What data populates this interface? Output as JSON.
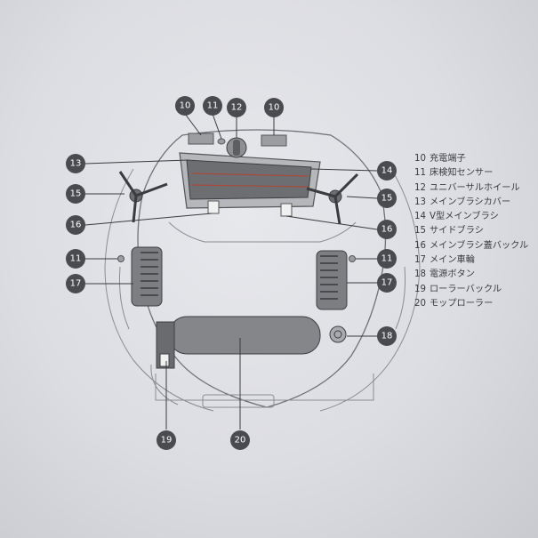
{
  "callout_labels": {
    "charging_left": "10",
    "sensor_top": "11",
    "universal_wheel": "12",
    "charging_right": "10",
    "brush_cover": "13",
    "v_main_brush": "14",
    "side_brush_left": "15",
    "side_brush_right": "15",
    "buckle_left": "16",
    "buckle_right": "16",
    "sensor_left": "11",
    "sensor_right": "11",
    "wheel_left": "17",
    "wheel_right": "17",
    "power_button": "18",
    "roller_buckle": "19",
    "mop_roller": "20"
  },
  "legend": [
    {
      "num": "10",
      "label": "充電端子"
    },
    {
      "num": "11",
      "label": "床検知センサー"
    },
    {
      "num": "12",
      "label": "ユニバーサルホイール"
    },
    {
      "num": "13",
      "label": "メインブラシカバー"
    },
    {
      "num": "14",
      "label": "V型メインブラシ"
    },
    {
      "num": "15",
      "label": "サイドブラシ"
    },
    {
      "num": "16",
      "label": "メインブラシ蓋バックル"
    },
    {
      "num": "17",
      "label": "メイン車輪"
    },
    {
      "num": "18",
      "label": "電源ボタン"
    },
    {
      "num": "19",
      "label": "ローラーバックル"
    },
    {
      "num": "20",
      "label": "モップローラー"
    }
  ],
  "colors": {
    "background": "#dcdde2",
    "callout_fill": "#4a4b4f",
    "line": "#6f7176"
  }
}
